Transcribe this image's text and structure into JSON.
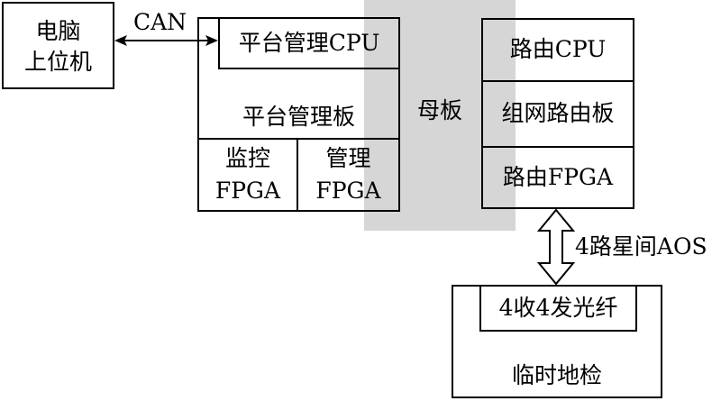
{
  "colors": {
    "backplane": "#d6d6d6",
    "line": "#000000",
    "background": "#ffffff"
  },
  "pc": {
    "line1": "电脑",
    "line2": "上位机"
  },
  "can_label": "CAN",
  "platform": {
    "cpu": "平台管理CPU",
    "board": "平台管理板",
    "monitor_fpga": {
      "line1": "监控",
      "line2": "FPGA"
    },
    "manage_fpga": {
      "line1": "管理",
      "line2": "FPGA"
    }
  },
  "motherboard_label": "母板",
  "router": {
    "cpu": "路由CPU",
    "board": "组网路由板",
    "fpga": "路由FPGA"
  },
  "aos_label": "4路星间AOS",
  "ground": {
    "fiber": "4收4发光纤",
    "label": "临时地检"
  }
}
